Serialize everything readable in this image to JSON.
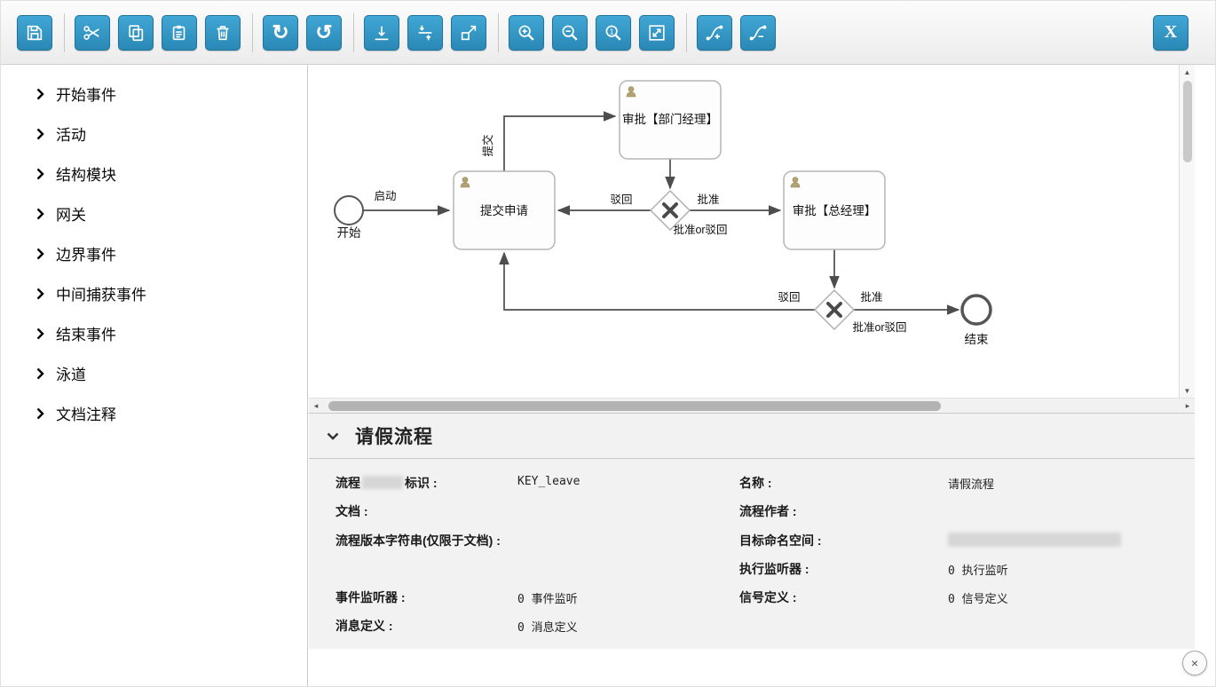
{
  "toolbar": {
    "buttons": [
      "save",
      "cut",
      "copy",
      "paste",
      "delete",
      "redo",
      "undo",
      "align-bottom",
      "align-center",
      "resize",
      "zoom-in",
      "zoom-out",
      "zoom-actual",
      "zoom-fit",
      "add-bendpoint",
      "remove-bendpoint"
    ],
    "icon_glyphs": {
      "redo": "↻",
      "undo": "↺"
    },
    "zoom_one": "1",
    "close_label": "X",
    "accent_color": "#2f97c6"
  },
  "palette": {
    "items": [
      {
        "label": "开始事件"
      },
      {
        "label": "活动"
      },
      {
        "label": "结构模块"
      },
      {
        "label": "网关"
      },
      {
        "label": "边界事件"
      },
      {
        "label": "中间捕获事件"
      },
      {
        "label": "结束事件"
      },
      {
        "label": "泳道"
      },
      {
        "label": "文档注释"
      }
    ]
  },
  "diagram": {
    "nodes": {
      "start": {
        "label": "开始"
      },
      "submit": {
        "label": "提交申请"
      },
      "dept_manager": {
        "label": "审批【部门经理】"
      },
      "general_manager": {
        "label": "审批【总经理】"
      },
      "end": {
        "label": "结束"
      }
    },
    "edges": {
      "launch": "启动",
      "submit_up": "提交",
      "reject1": "驳回",
      "approve1": "批准",
      "caption1": "批准or驳回",
      "reject2": "驳回",
      "approve2": "批准",
      "caption2": "批准or驳回"
    }
  },
  "scrollbars": {
    "up": "▲",
    "down": "▼",
    "left": "◂",
    "right": "▸"
  },
  "properties": {
    "title": "请假流程",
    "process_key": {
      "label_pre": "流程",
      "label_post": "标识 :",
      "value": "KEY_leave"
    },
    "name": {
      "label": "名称 :",
      "value": "请假流程"
    },
    "documentation": {
      "label": "文档 :",
      "value": ""
    },
    "author": {
      "label": "流程作者 :",
      "value": ""
    },
    "version_string": {
      "label": "流程版本字符串(仅限于文档) :",
      "value": ""
    },
    "namespace": {
      "label": "目标命名空间 :"
    },
    "execution_listeners": {
      "label": "执行监听器 :",
      "value": "0 执行监听"
    },
    "event_listeners": {
      "label": "事件监听器 :",
      "value": "0 事件监听"
    },
    "signal_definitions": {
      "label": "信号定义 :",
      "value": "0 信号定义"
    },
    "message_definitions": {
      "label": "消息定义 :",
      "value": "0 消息定义"
    }
  },
  "window": {
    "close": "×"
  }
}
